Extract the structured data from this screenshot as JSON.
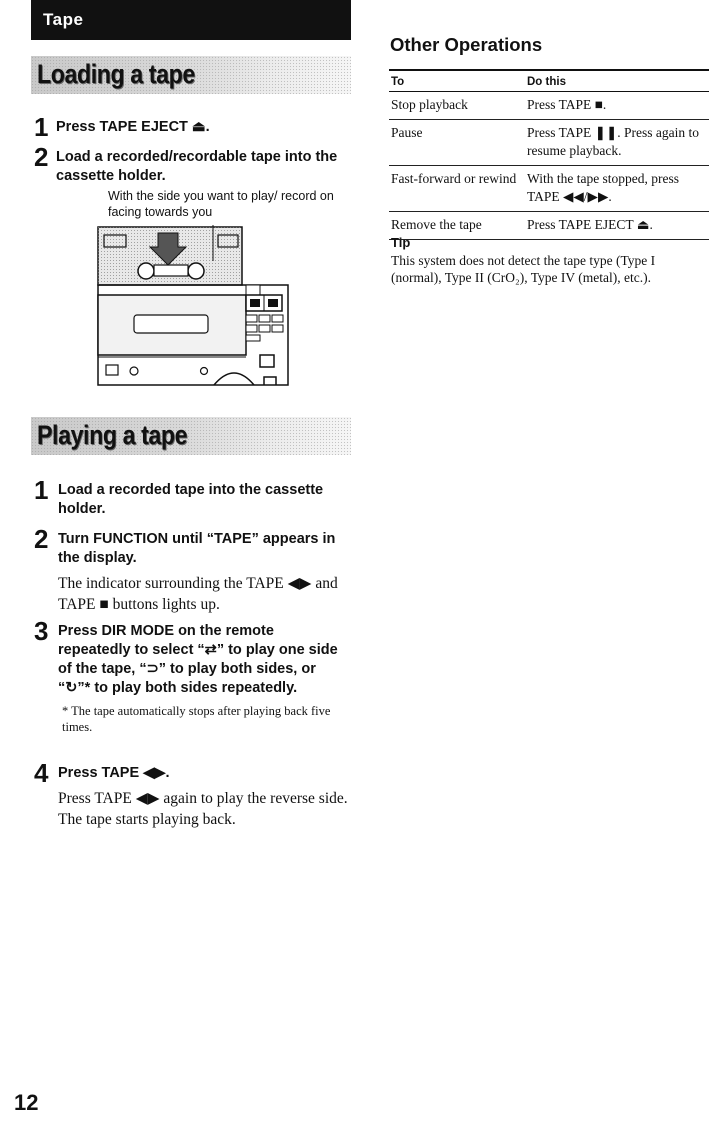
{
  "header": {
    "tab_label": "Tape"
  },
  "loading": {
    "title": "Loading a tape",
    "steps": [
      {
        "num": "1",
        "head": "Press TAPE EJECT ⏏."
      },
      {
        "num": "2",
        "head": "Load a recorded/recordable tape into the cassette holder."
      }
    ],
    "caption": "With the side you want to play/ record on facing towards you"
  },
  "playing": {
    "title": "Playing a tape",
    "steps": [
      {
        "num": "1",
        "head": "Load a recorded tape into the cassette holder."
      },
      {
        "num": "2",
        "head": "Turn FUNCTION until “TAPE” appears in the display.",
        "body": "The indicator surrounding the TAPE ◀▶ and TAPE ■ buttons lights up."
      },
      {
        "num": "3",
        "head": "Press DIR MODE on the remote repeatedly to select “⇄” to play one side of the tape, “⊃” to play both sides, or “↻”* to play both sides repeatedly.",
        "note": "* The tape automatically stops after playing back five times."
      },
      {
        "num": "4",
        "head": "Press TAPE ◀▶.",
        "body": "Press TAPE ◀▶ again to play the reverse side. The tape starts playing back."
      }
    ]
  },
  "other_operations": {
    "title": "Other Operations",
    "col_to": "To",
    "col_do": "Do this",
    "rows": [
      {
        "to": "Stop playback",
        "do": "Press TAPE ■."
      },
      {
        "to": "Pause",
        "do": "Press TAPE ❚❚. Press again to resume playback."
      },
      {
        "to": "Fast-forward or rewind",
        "do": "With the tape stopped, press TAPE ◀◀/▶▶."
      },
      {
        "to": "Remove the tape",
        "do": "Press TAPE EJECT ⏏."
      }
    ]
  },
  "tip": {
    "label": "Tip",
    "text": "This system does not detect the tape type (Type I (normal), Type II (CrO₂), Type IV (metal), etc.)."
  },
  "footer": {
    "page_number": "12"
  }
}
